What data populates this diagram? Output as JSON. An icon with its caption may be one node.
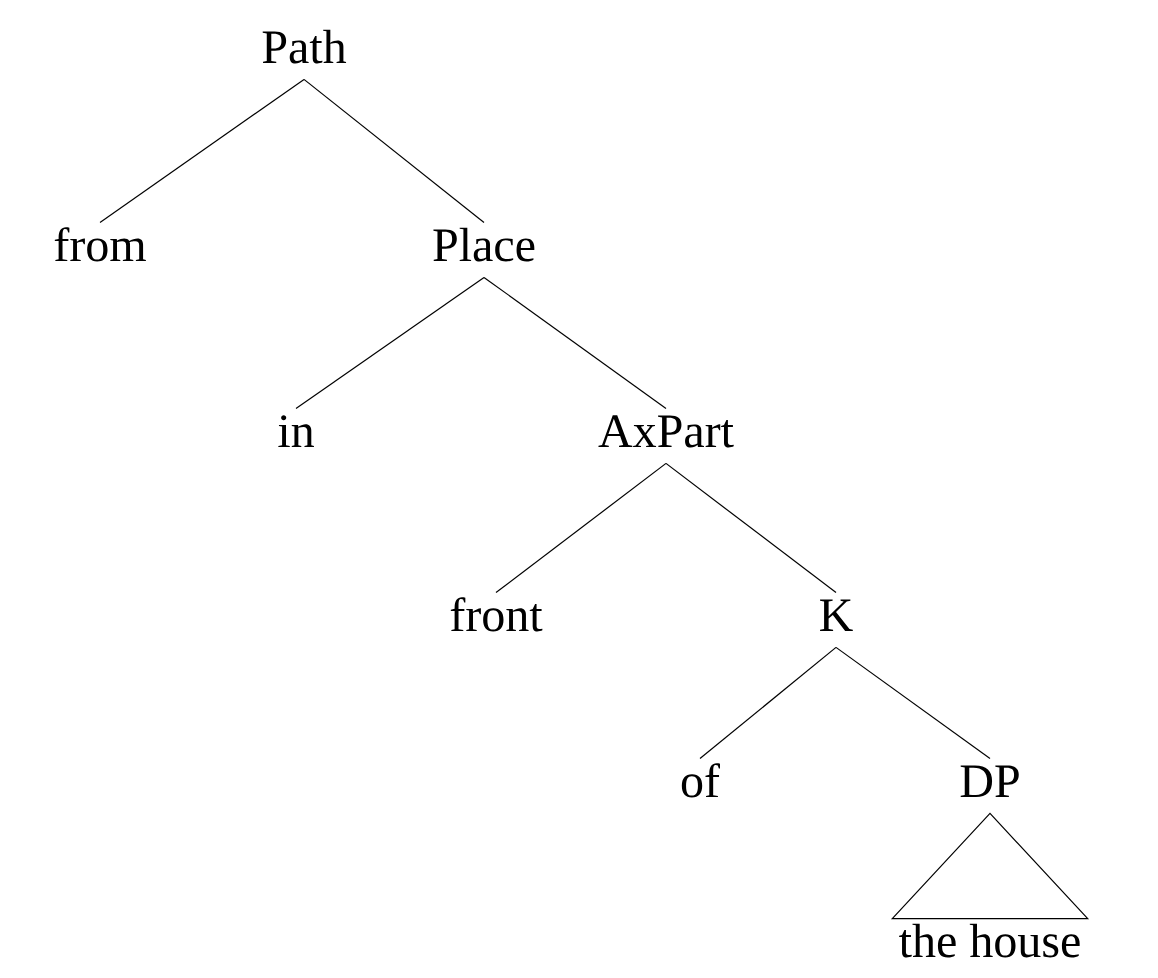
{
  "diagram": {
    "nodes": [
      {
        "text": [
          "Path"
        ]
      },
      {
        "text": [
          "from"
        ]
      },
      {
        "text": [
          "Place"
        ]
      },
      {
        "text": [
          "in"
        ]
      },
      {
        "text": [
          "AxPart"
        ]
      },
      {
        "text": [
          "front"
        ]
      },
      {
        "text": [
          "K"
        ]
      },
      {
        "text": [
          "of"
        ]
      },
      {
        "text": [
          "DP"
        ]
      },
      {
        "text": [
          "the house"
        ]
      }
    ],
    "edges": [
      {
        "from": 0,
        "to": 1,
        "arrow": "none"
      },
      {
        "from": 0,
        "to": 2,
        "arrow": "none"
      },
      {
        "from": 2,
        "to": 3,
        "arrow": "none"
      },
      {
        "from": 2,
        "to": 4,
        "arrow": "none"
      },
      {
        "from": 4,
        "to": 5,
        "arrow": "none"
      },
      {
        "from": 4,
        "to": 6,
        "arrow": "none"
      },
      {
        "from": 6,
        "to": 7,
        "arrow": "none"
      },
      {
        "from": 6,
        "to": 8,
        "arrow": "none"
      },
      {
        "from": 8,
        "to": 9,
        "arrow": "none"
      }
    ]
  }
}
